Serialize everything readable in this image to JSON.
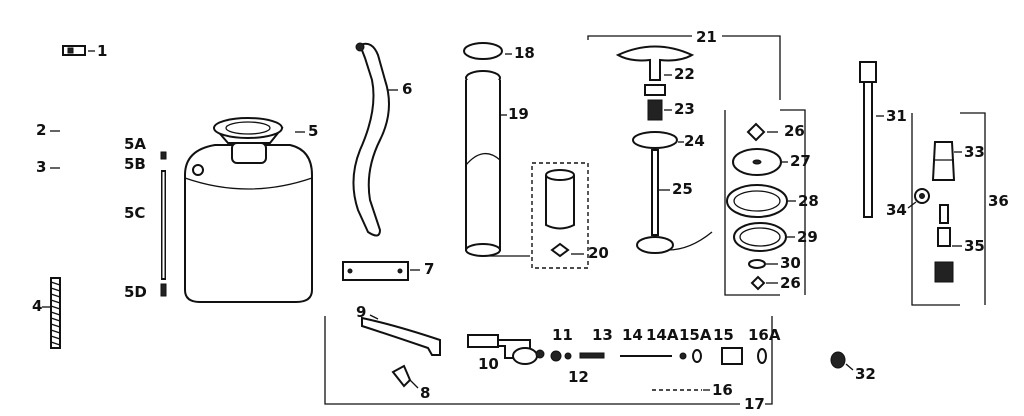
{
  "diagram": {
    "labels": {
      "p1": "1",
      "p2": "2",
      "p3": "3",
      "p4": "4",
      "p5": "5",
      "p5a": "5A",
      "p5b": "5B",
      "p5c": "5C",
      "p5d": "5D",
      "p6": "6",
      "p7": "7",
      "p8": "8",
      "p9": "9",
      "p10": "10",
      "p11": "11",
      "p12": "12",
      "p13": "13",
      "p14": "14",
      "p14a": "14A",
      "p15a": "15A",
      "p15": "15",
      "p16a": "16A",
      "p16": "16",
      "p17": "17",
      "p18": "18",
      "p19": "19",
      "p20": "20",
      "p21": "21",
      "p22": "22",
      "p23": "23",
      "p24": "24",
      "p25": "25",
      "p26a": "26",
      "p27": "27",
      "p28": "28",
      "p29": "29",
      "p30": "30",
      "p26b": "26",
      "p31": "31",
      "p32": "32",
      "p33": "33",
      "p34": "34",
      "p35": "35",
      "p36": "36"
    }
  }
}
